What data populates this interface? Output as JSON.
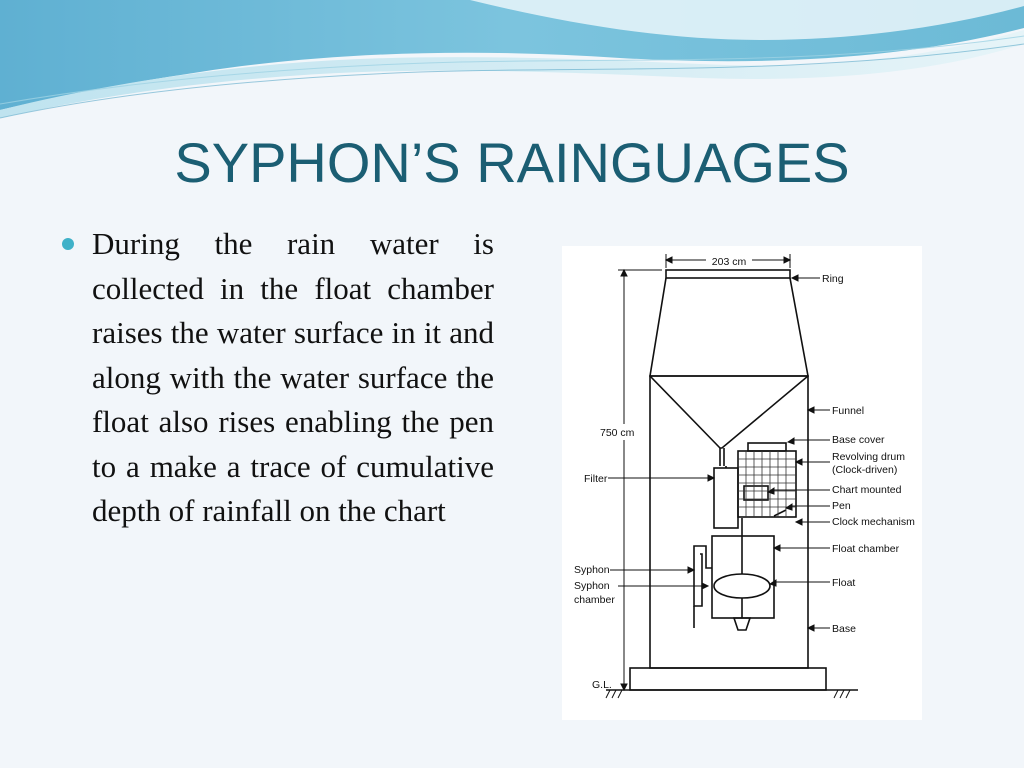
{
  "slide": {
    "title": "SYPHON’S RAINGUAGES",
    "bullet_text": "During the rain water is collected in the float chamber raises the water surface in it and along with the water surface the float also rises enabling the pen to a make a trace of cumulative depth of rainfall on the chart"
  },
  "diagram": {
    "dimension_top": "203 cm",
    "dimension_height": "750 cm",
    "ground_level": "G.L.",
    "labels": {
      "ring": "Ring",
      "funnel": "Funnel",
      "base_cover": "Base cover",
      "revolving_drum_1": "Revolving drum",
      "revolving_drum_2": "(Clock-driven)",
      "chart_mounted": "Chart mounted",
      "pen": "Pen",
      "clock_mechanism": "Clock mechanism",
      "float_chamber": "Float chamber",
      "float": "Float",
      "base": "Base",
      "filter": "Filter",
      "syphon": "Syphon",
      "syphon_chamber_1": "Syphon",
      "syphon_chamber_2": "chamber"
    }
  },
  "colors": {
    "title": "#1b5e73",
    "bullet": "#3fb1c8",
    "background": "#f2f6fa",
    "banner_dark": "#6fb9d6",
    "banner_light": "#bfe3ef"
  }
}
